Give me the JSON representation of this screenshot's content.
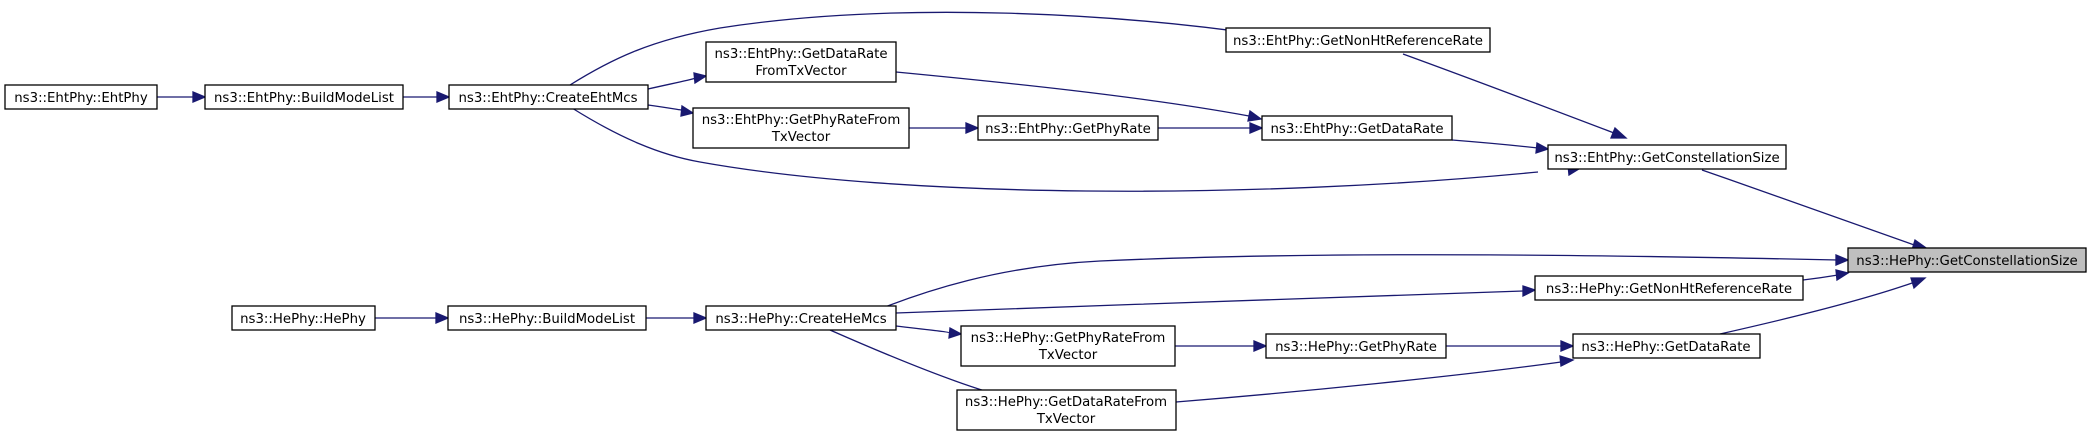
{
  "colors": {
    "edge": "#191970",
    "node_fill": "#ffffff",
    "root_fill": "#bfbfbf",
    "border": "#000000"
  },
  "nodes": {
    "he_get_constellation_size": [
      "ns3::HePhy::GetConstellationSize"
    ],
    "eht_get_constellation_size": [
      "ns3::EhtPhy::GetConstellationSize"
    ],
    "eht_get_non_ht_reference_rate": [
      "ns3::EhtPhy::GetNonHtReferenceRate"
    ],
    "eht_get_data_rate": [
      "ns3::EhtPhy::GetDataRate"
    ],
    "eht_get_phy_rate": [
      "ns3::EhtPhy::GetPhyRate"
    ],
    "eht_get_data_rate_from_tx_vector": [
      "ns3::EhtPhy::GetDataRate",
      "FromTxVector"
    ],
    "eht_get_phy_rate_from_tx_vector": [
      "ns3::EhtPhy::GetPhyRateFrom",
      "TxVector"
    ],
    "eht_create_eht_mcs": [
      "ns3::EhtPhy::CreateEhtMcs"
    ],
    "eht_build_mode_list": [
      "ns3::EhtPhy::BuildModeList"
    ],
    "eht_eht_phy": [
      "ns3::EhtPhy::EhtPhy"
    ],
    "he_get_non_ht_reference_rate": [
      "ns3::HePhy::GetNonHtReferenceRate"
    ],
    "he_get_data_rate": [
      "ns3::HePhy::GetDataRate"
    ],
    "he_get_phy_rate": [
      "ns3::HePhy::GetPhyRate"
    ],
    "he_get_phy_rate_from_tx_vector": [
      "ns3::HePhy::GetPhyRateFrom",
      "TxVector"
    ],
    "he_get_data_rate_from_tx_vector": [
      "ns3::HePhy::GetDataRateFrom",
      "TxVector"
    ],
    "he_create_he_mcs": [
      "ns3::HePhy::CreateHeMcs"
    ],
    "he_build_mode_list": [
      "ns3::HePhy::BuildModeList"
    ],
    "he_he_phy": [
      "ns3::HePhy::HePhy"
    ]
  }
}
